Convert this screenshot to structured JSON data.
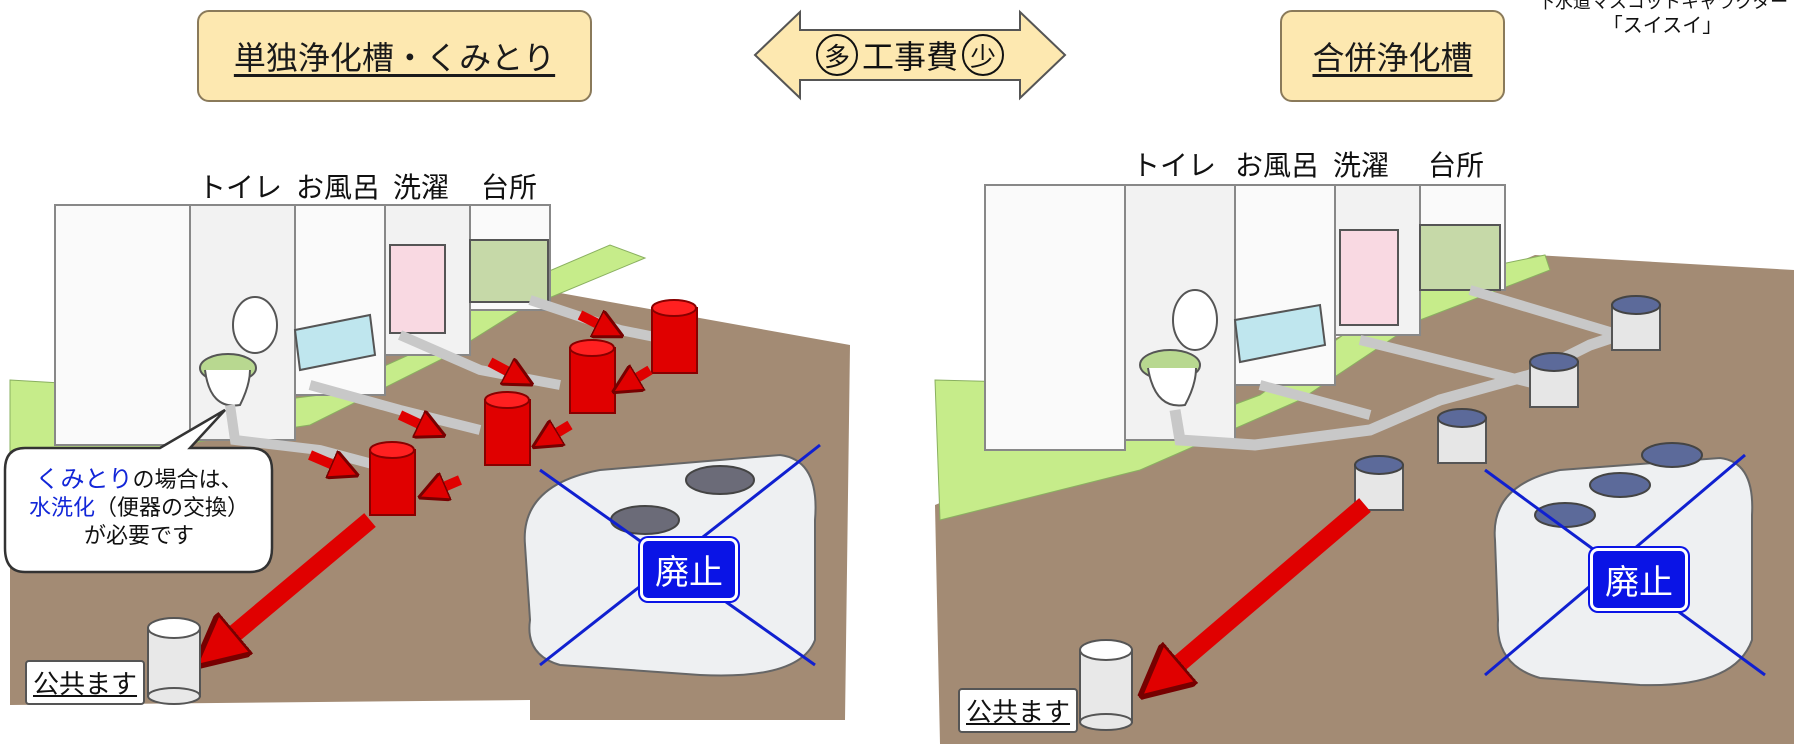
{
  "left_title": "単独浄化槽・くみとり",
  "right_title": "合併浄化槽",
  "cost_arrow": {
    "more": "多",
    "label": "工事費",
    "less": "少"
  },
  "mascot": {
    "line1": "下水道マスコットキャラクター",
    "line2": "「スイスイ」"
  },
  "rooms": {
    "toilet": "トイレ",
    "bath": "お風呂",
    "laundry": "洗濯",
    "kitchen": "台所"
  },
  "public_box": "公共ます",
  "abolished": "廃止",
  "bubble": {
    "part1": "くみとり",
    "part2": "の場合は、",
    "part3": "水洗化",
    "part4": "（便器の交換）",
    "part5": "が必要です"
  }
}
